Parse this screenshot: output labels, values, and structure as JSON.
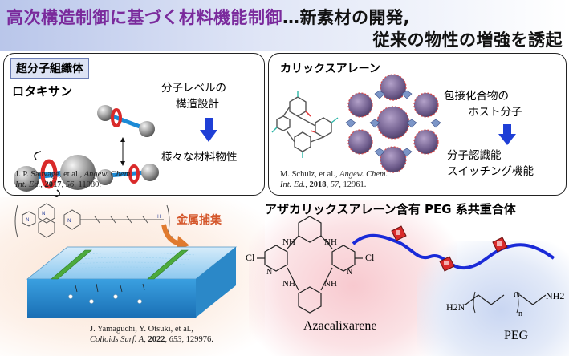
{
  "header": {
    "title_line1_main": "高次構造制御に基づく材料機能制御",
    "title_line1_tail": "…新素材の開発,",
    "title_line2": "従来の物性の増強を誘起"
  },
  "colors": {
    "title_purple": "#7a2a9c",
    "header_blue": "#b9c6ea",
    "arrow_blue": "#1f3fd6",
    "ring_red": "#d92a2a",
    "axle_blue": "#1b8ad6",
    "metal_orange": "#e07a2e",
    "polymer_blue": "#1a2ad8"
  },
  "left_panel": {
    "label": "超分子組織体",
    "molecule": "ロタキサン",
    "design_text_1": "分子レベルの",
    "design_text_2": "構造設計",
    "result_text": "様々な材料物性",
    "citation_1": "J. P. Sauvage, et al., ",
    "citation_journal_1": "Angew. Chem.",
    "citation_journal_2": "Int. Ed.",
    "citation_year": "2017",
    "citation_vol": "56",
    "citation_pages": ", 11080."
  },
  "right_panel": {
    "label": "カリックスアレーン",
    "text_1": "包接化合物の",
    "text_2": "ホスト分子",
    "text_3": "分子認識能",
    "text_4": "スイッチング機能",
    "citation_1": "M. Schulz, et al., ",
    "citation_journal_1": "Angew. Chem.",
    "citation_journal_2": "Int. Ed.",
    "citation_year": "2018",
    "citation_vol": "57",
    "citation_pages": ", 12961."
  },
  "bottom_left": {
    "metal_capture": "金属捕集",
    "subscript_n": "n",
    "citation_1": "J. Yamaguchi, Y. Otsuki, et al.,",
    "citation_journal": "Colloids Surf. A",
    "citation_year": "2022",
    "citation_vol": "653",
    "citation_pages": ", 129976."
  },
  "bottom_right": {
    "title": "アザカリックスアレーン含有 PEG 系共重合体",
    "azacalixarene": "Azacalixarene",
    "peg": "PEG",
    "cl": "Cl",
    "nh": "NH",
    "n": "N",
    "h2n": "H2N",
    "nh2": "NH2",
    "o": "O",
    "n_sub": "n"
  }
}
